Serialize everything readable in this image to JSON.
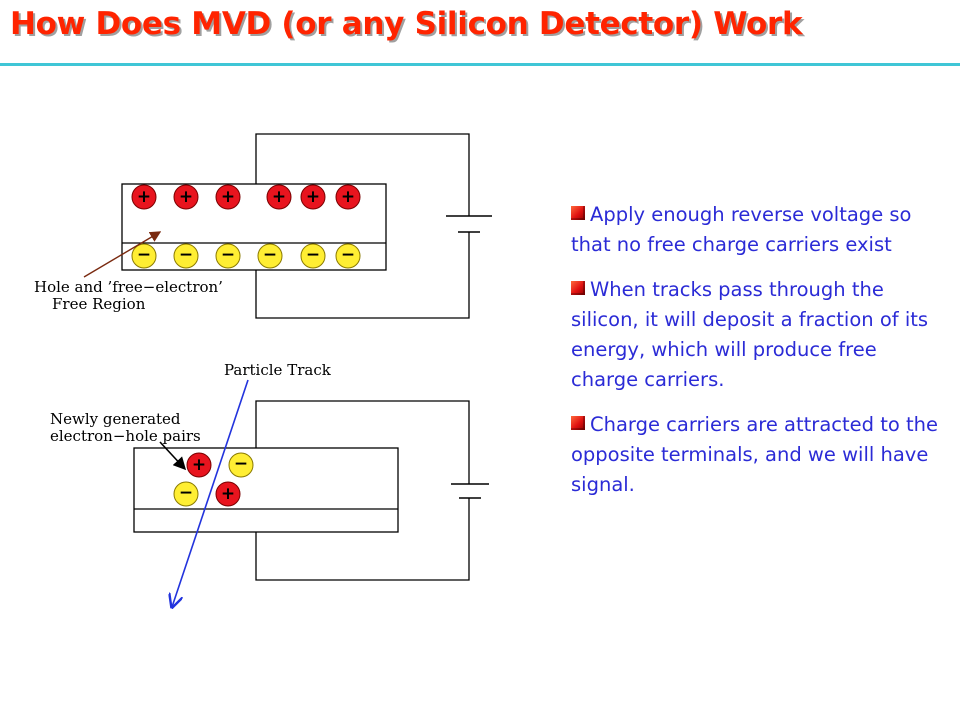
{
  "slide": {
    "title": "How Does MVD (or any Silicon Detector) Work",
    "accent_color": "#3fc6d6",
    "title_color": "#ff2400"
  },
  "diagram_top": {
    "holes": [
      "+",
      "+",
      "+",
      "+",
      "+",
      "+"
    ],
    "electrons": [
      "−",
      "−",
      "−",
      "−",
      "−",
      "−"
    ],
    "label_line1": "Hole and ’free−electron’",
    "label_line2": "Free Region"
  },
  "diagram_bottom": {
    "track_label": "Particle Track",
    "pairs_label_line1": "Newly generated",
    "pairs_label_line2": "electron−hole pairs",
    "holes": [
      "+",
      "+"
    ],
    "electrons": [
      "−",
      "−"
    ]
  },
  "bullets": [
    {
      "icon": "square-bullet-icon",
      "text": "Apply enough reverse voltage so that no free charge carriers exist"
    },
    {
      "icon": "square-bullet-icon",
      "text": "When tracks pass through the silicon, it will deposit a fraction of its energy, which will produce free charge carriers."
    },
    {
      "icon": "square-bullet-icon",
      "text": "Charge carriers are attracted to the opposite terminals, and we will have signal."
    }
  ],
  "colors": {
    "hole_fill": "#e8141e",
    "electron_fill": "#ffee33",
    "track": "#2233dd",
    "text": "#2b2bd6",
    "arrow": "#7a2a10"
  }
}
